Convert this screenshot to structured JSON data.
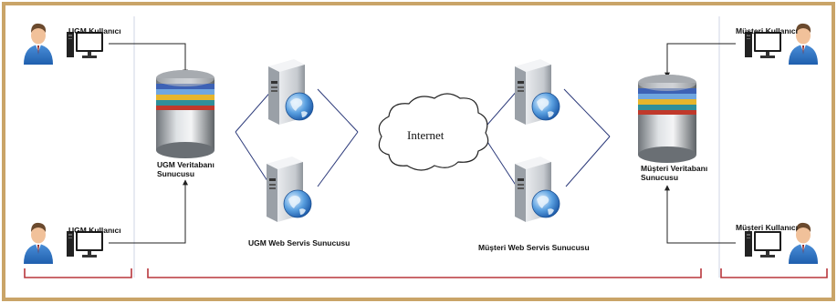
{
  "colors": {
    "frame": "#c9a468",
    "zone_divider": "#cfd6e6",
    "lan_line": "#222222",
    "wan_line": "#2c3a7a",
    "baseline": "#b8363c"
  },
  "labels": {
    "ugm_user_top": "UGM Kullanıcı",
    "ugm_user_bottom": "UGM Kullanıcı",
    "ugm_db": "UGM Veritabanı\nSunucusu",
    "ugm_ws": "UGM Web Servis Sunucusu",
    "internet": "Internet",
    "musteri_ws": "Müşteri Web Servis Sunucusu",
    "musteri_db": "Müşteri Veritabanı\nSunucusu",
    "musteri_user_top": "Müşteri Kullanıcı",
    "musteri_user_bottom": "Müşteri Kullanıcı"
  },
  "icons": {
    "user": "person-icon",
    "workstation": "desktop-computer-icon",
    "database": "database-server-icon",
    "web_server": "web-server-globe-icon",
    "network": "internet-cloud-icon"
  }
}
